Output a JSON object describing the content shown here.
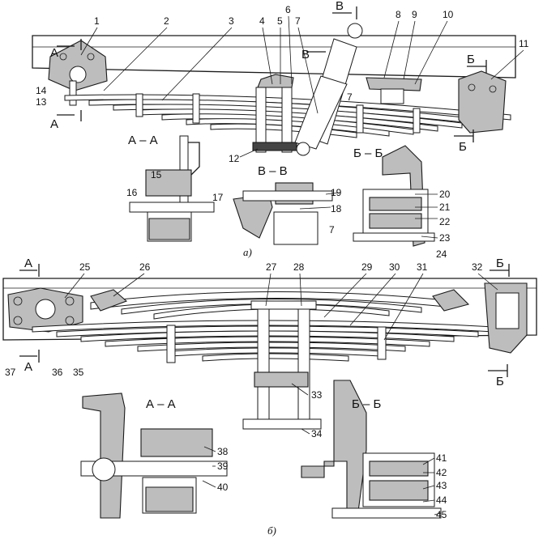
{
  "figure": {
    "panel_a_caption": "а)",
    "panel_b_caption": "б)"
  },
  "section_labels": {
    "a_aa_title": "А – А",
    "a_bb_title": "Б – Б",
    "a_vv_title": "В – В",
    "b_aa_title": "А – А",
    "b_bb_title": "Б – Б",
    "a_cut_A_top": "А",
    "a_cut_A_bottom": "А",
    "a_cut_V_top": "В",
    "a_cut_V_side": "В",
    "a_cut_B_top": "Б",
    "a_cut_B_bottom": "Б",
    "b_cut_A_top": "А",
    "b_cut_A_bottom": "А",
    "b_cut_B_top": "Б",
    "b_cut_B_bottom": "Б"
  },
  "callouts": [
    "1",
    "2",
    "3",
    "4",
    "5",
    "6",
    "7",
    "7",
    "7",
    "8",
    "9",
    "10",
    "11",
    "12",
    "13",
    "14",
    "15",
    "16",
    "17",
    "18",
    "19",
    "20",
    "21",
    "22",
    "23",
    "24",
    "25",
    "26",
    "27",
    "28",
    "29",
    "30",
    "31",
    "32",
    "33",
    "34",
    "35",
    "36",
    "37",
    "38",
    "39",
    "40",
    "41",
    "42",
    "43",
    "44",
    "45"
  ]
}
